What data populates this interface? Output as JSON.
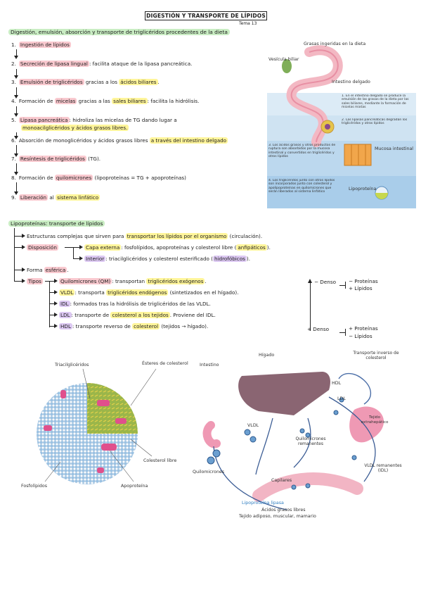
{
  "header": {
    "title": "DIGESTIÓN Y TRANSPORTE DE LÍPIDOS",
    "tema": "Tema 13"
  },
  "digestion": {
    "heading": "Digestión, emulsión, absorción y transporte de triglicéridos procedentes de la dieta",
    "steps": [
      {
        "num": "1.",
        "pre": "",
        "hl": "Ingestión de lípidos",
        "hl_type": "pink",
        "post": ""
      },
      {
        "num": "2.",
        "pre": "",
        "hl": "Secreción de lipasa lingual",
        "hl_type": "pink",
        "post": ": facilita ataque de la lipasa pancreática."
      },
      {
        "num": "3.",
        "pre": "",
        "hl": "Emulsión de triglicéridos",
        "hl_type": "pink",
        "post": " gracias a los ",
        "hl2": "ácidos biliares",
        "post2": "."
      },
      {
        "num": "4.",
        "pre": "Formación de ",
        "hl": "micelas",
        "hl_type": "pink",
        "post": " gracias a las ",
        "hl2": "sales biliares",
        "post2": ": facilita la hidrólisis."
      },
      {
        "num": "5.",
        "pre": "",
        "hl": "Lipasa pancreática",
        "hl_type": "pink",
        "post": ": hidroliza las micelas de TG dando lugar a"
      },
      {
        "num": "6.",
        "pre": "Absorción de monoglicéridos y ácidos grasos libres ",
        "hl": "a través del intestino delgado",
        "hl_type": "yellow",
        "post": ""
      },
      {
        "num": "7.",
        "pre": "",
        "hl": "Resíntesis de triglicéridos",
        "hl_type": "pink",
        "post": " (TG)."
      },
      {
        "num": "8.",
        "pre": "Formación de ",
        "hl": "quilomicrones",
        "hl_type": "pink",
        "post": " (lipoproteínas = TG + apoproteínas)"
      },
      {
        "num": "9.",
        "pre": "",
        "hl": "Liberación",
        "hl_type": "pink",
        "post": " al ",
        "hl2": "sistema linfático",
        "post2": ""
      }
    ],
    "step5_cont": "monoacilglicéridos y ácidos grasos libres."
  },
  "intestine_figure": {
    "labels": {
      "grasas": "Grasas ingeridas en la dieta",
      "vesicula": "Vesícula biliar",
      "intestino": "Intestino delgado",
      "mucosa": "Mucosa intestinal",
      "lipoproteina": "Lipoproteína"
    },
    "notes": [
      "1. En el intestino delgado se produce la emulsión de las grasas de la dieta por las sales biliares, mediante la formación de micelas mixtas",
      "2. Las lipasas pancreáticas degradan los triglicéridos y otros lípidos",
      "3. Los ácidos grasos y otros productos de ruptura son absorbidos por la mucosa intestinal y convertidos en triglicéridos y otros lípidos",
      "4. Los triglicéridos junto con otros lípidos son incorporados junto con colesterol y apolipoproteínas en quilomicrones que serán liberados al sistema linfático"
    ]
  },
  "lipoproteins": {
    "heading": "Lipoproteínas: transporte de lípidos",
    "estructura_pre": "Estructuras complejas que sirven para ",
    "estructura_hl": "transportar los lípidos por el organismo",
    "estructura_post": " (circulación).",
    "disposicion_label": "Disposición",
    "capa_externa_label": "Capa externa",
    "capa_externa_text": ": fosfolípidos, apoproteínas y colesterol libre (",
    "capa_externa_hl": "anfipáticos",
    "capa_externa_end": ").",
    "interior_label": "Interior",
    "interior_text": ": triacilglicéridos y colesterol esterificado (",
    "interior_hl": "hidrofóbicos",
    "interior_end": ").",
    "forma_pre": "Forma ",
    "forma_hl": "esférica",
    "forma_post": ".",
    "tipos_label": "Tipos",
    "tipos": [
      {
        "name": "Quilomicrones (QM)",
        "text": ": transportan ",
        "hl": "triglicéridos exógenos",
        "end": "."
      },
      {
        "name": "VLDL",
        "text": ": transporta ",
        "hl": "triglicéridos endógenos",
        "end": " (sintetizados en el hígado)."
      },
      {
        "name": "IDL",
        "text": ": formados tras la hidrólisis de triglicéridos de las VLDL.",
        "hl": "",
        "end": ""
      },
      {
        "name": "LDL",
        "text": ": transporte de ",
        "hl": "colesterol a los tejidos",
        "end": ". Proviene del IDL."
      },
      {
        "name": "HDL",
        "text": ": transporte reverso de ",
        "hl": "colesterol",
        "end": " (tejidos → hígado)."
      }
    ],
    "density_top": {
      "label": "− Denso",
      "a": "− Proteínas",
      "b": "+ Lípidos"
    },
    "density_bottom": {
      "label": "+ Denso",
      "a": "+ Proteínas",
      "b": "− Lípidos"
    }
  },
  "particle_figure": {
    "labels": {
      "tg": "Triacilglicéridos",
      "esteres": "Ésteres de colesterol",
      "colesterol": "Colesterol libre",
      "fosfolipidos": "Fosfolípidos",
      "apoproteina": "Apoproteína"
    }
  },
  "cycle_figure": {
    "labels": {
      "higado": "Hígado",
      "intestino": "Intestino",
      "transporte": "Transporte inverso de colesterol",
      "hdl": "HDL",
      "ldl": "LDL",
      "vldl": "VLDL",
      "tejido": "Tejido extrahepático",
      "qm_rem": "Quilomicrones remanentes",
      "qm": "Quilomicrones",
      "capilares": "Capilares",
      "vldl_rem": "VLDL remanentes (IDL)",
      "lipasa": "Lipoproteína lipasa",
      "acidos": "Ácidos grasos libres",
      "tejidos": "Tejido adiposo, muscular, mamario"
    }
  }
}
